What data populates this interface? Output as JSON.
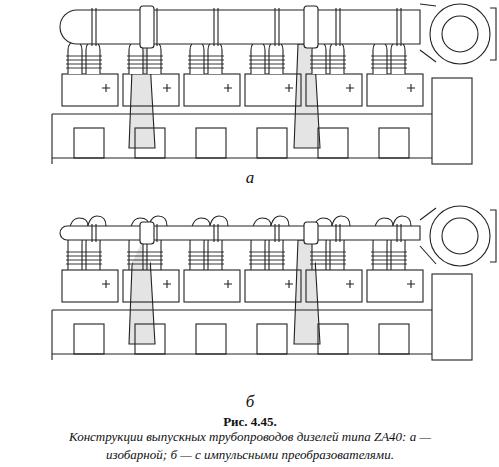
{
  "diagram": {
    "title": "Рис. 4.45.",
    "caption": "Конструкции выпускных трубопроводов дизелей типа ZA40: а — изобарной; б — с импульсными преобразователями.",
    "labels": [
      "а",
      "б"
    ]
  }
}
